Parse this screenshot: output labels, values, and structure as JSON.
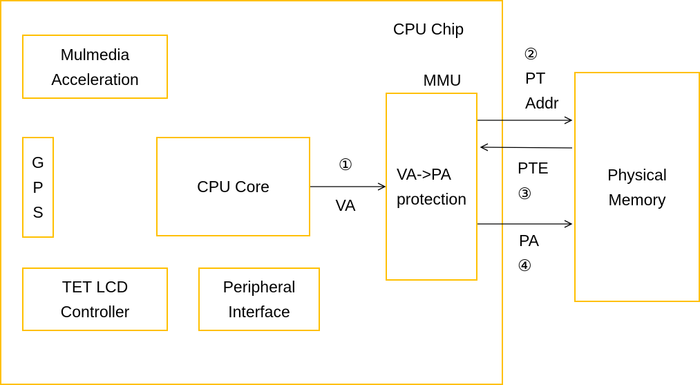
{
  "diagram": {
    "chip_label": "CPU Chip",
    "mmu_label": "MMU",
    "blocks": {
      "multimedia": "Mulmedia\nAcceleration",
      "gps": "G\nP\nS",
      "cpu_core": "CPU Core",
      "lcd": "TET LCD\nController",
      "peripheral": "Peripheral\nInterface",
      "mmu_body": "VA->PA\nprotection",
      "memory": "Physical\nMemory"
    },
    "edges": {
      "va_step": "①",
      "va_label": "VA",
      "pt_step": "②",
      "pt_label": "PT\nAddr",
      "pte_label": "PTE",
      "pte_step": "③",
      "pa_label": "PA",
      "pa_step": "④"
    },
    "colors": {
      "block_border": "#ffc000",
      "arrow": "#000000"
    }
  }
}
